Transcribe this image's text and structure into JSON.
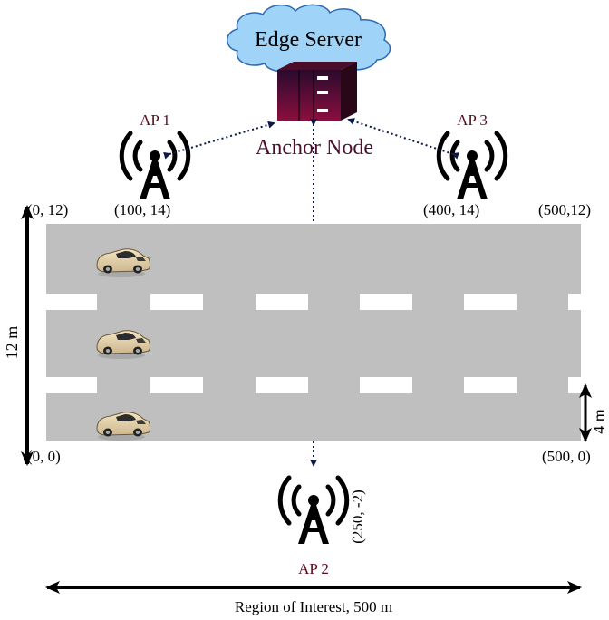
{
  "server": {
    "label": "Edge Server"
  },
  "anchor": {
    "label": "Anchor Node"
  },
  "access_points": [
    {
      "name": "AP 1",
      "coords": "(100, 14)"
    },
    {
      "name": "AP 2",
      "coords": "(250, -2)"
    },
    {
      "name": "AP 3",
      "coords": "(400, 14)"
    }
  ],
  "road": {
    "corners": {
      "top_left": "(0, 12)",
      "top_right": "(500,12)",
      "bottom_left": "(0, 0)",
      "bottom_right": "(500, 0)"
    },
    "height_label": "12 m",
    "lane_label": "4 m",
    "road_color": "#bfbfbf",
    "lane_mark_color": "#ffffff"
  },
  "region": {
    "label": "Region of Interest, 500 m"
  },
  "colors": {
    "text": "#1a1a1a",
    "anchor_text": "#4a0f2a",
    "ap_text": "#5a0a1c",
    "cloud_fill": "#9fd3f7",
    "cloud_stroke": "#2a6ab3",
    "link_color": "#0b1a4a",
    "server_fill": "#5a0d3a"
  },
  "icons": [
    "cloud-icon",
    "server-icon",
    "antenna-icon",
    "car-icon"
  ]
}
